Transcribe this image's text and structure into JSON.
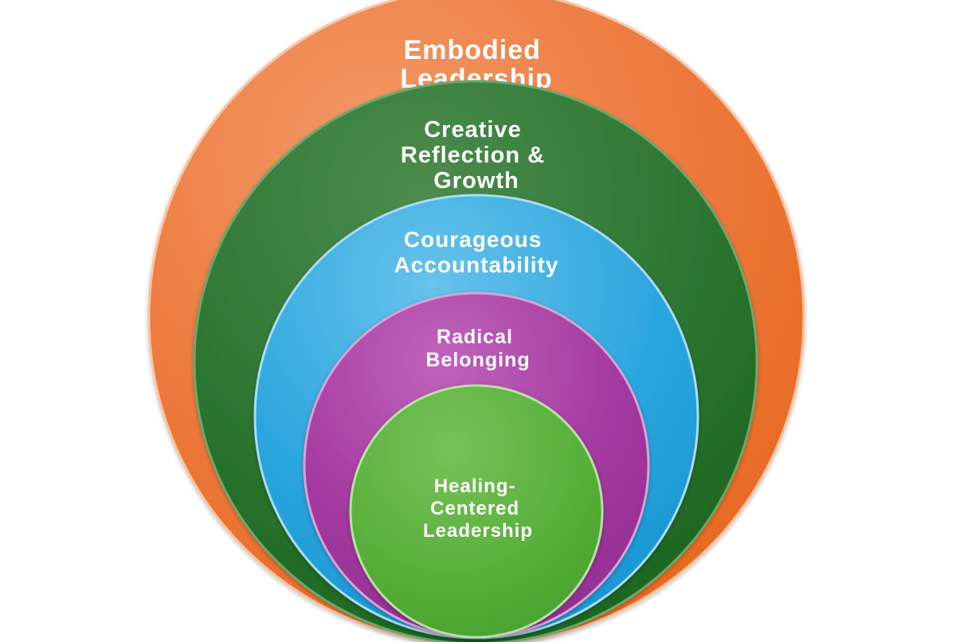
{
  "diagram": {
    "rings": [
      {
        "id": "embodied",
        "lines": [
          "Embodied",
          "Leadership"
        ],
        "color": "#ee7a3f"
      },
      {
        "id": "creative",
        "lines": [
          "Creative",
          "Reflection &",
          "Growth"
        ],
        "color": "#2f7a33"
      },
      {
        "id": "courageous",
        "lines": [
          "Courageous",
          "Accountability"
        ],
        "color": "#2aa6dd"
      },
      {
        "id": "radical",
        "lines": [
          "Radical",
          "Belonging"
        ],
        "color": "#a63aa3"
      },
      {
        "id": "healing",
        "lines": [
          "Healing-",
          "Centered",
          "Leadership"
        ],
        "color": "#5bb23e"
      }
    ]
  }
}
